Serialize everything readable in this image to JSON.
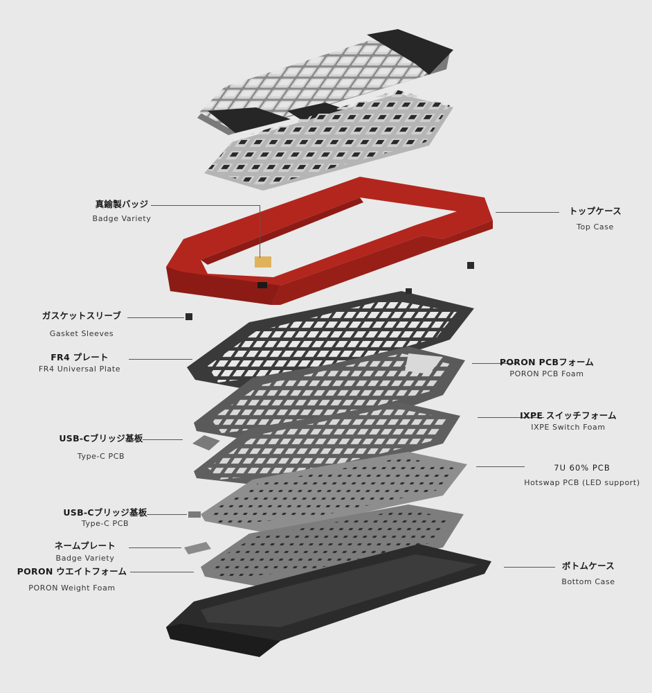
{
  "labels": {
    "badge_top": {
      "jp": "真鍮製バッジ",
      "en": "Badge Variety"
    },
    "top_case": {
      "jp": "トップケース",
      "en": "Top Case"
    },
    "gasket": {
      "jp": "ガスケットスリーブ",
      "en": "Gasket Sleeves"
    },
    "fr4": {
      "jp": "FR4 プレート",
      "en": "FR4 Universal Plate"
    },
    "poron_pcb": {
      "jp": "PORON PCBフォーム",
      "en": "PORON PCB Foam"
    },
    "ixpe": {
      "jp": "IXPE スイッチフォーム",
      "en": "IXPE Switch Foam"
    },
    "usbc_1": {
      "jp": "USB-Cブリッジ基板",
      "en": "Type-C PCB"
    },
    "pcb": {
      "jp": "7U 60% PCB",
      "en": "Hotswap PCB (LED support)"
    },
    "usbc_2": {
      "jp": "USB-Cブリッジ基板",
      "en": "Type-C PCB"
    },
    "nameplate": {
      "jp": "ネームプレート",
      "en": "Badge Variety"
    },
    "poron_weight": {
      "jp": "PORON ウエイトフォーム",
      "en": "PORON Weight Foam"
    },
    "bottom_case": {
      "jp": "ボトムケース",
      "en": "Bottom Case"
    }
  },
  "colors": {
    "background": "#e9e9e9",
    "top_case": "#b3261e",
    "bottom_case": "#2b2b2b",
    "plate": "#3c3c3c",
    "foam": "#6f6f6f",
    "pcb": "#8e8e8e",
    "brass_badge": "#e0b25a",
    "keycap_light": "#cfcfcf",
    "keycap_dark": "#2a2a2a"
  },
  "icons": {
    "top_case_badge": "brass-badge-icon",
    "usb_bridge": "usb-c-bridge-board-icon"
  }
}
